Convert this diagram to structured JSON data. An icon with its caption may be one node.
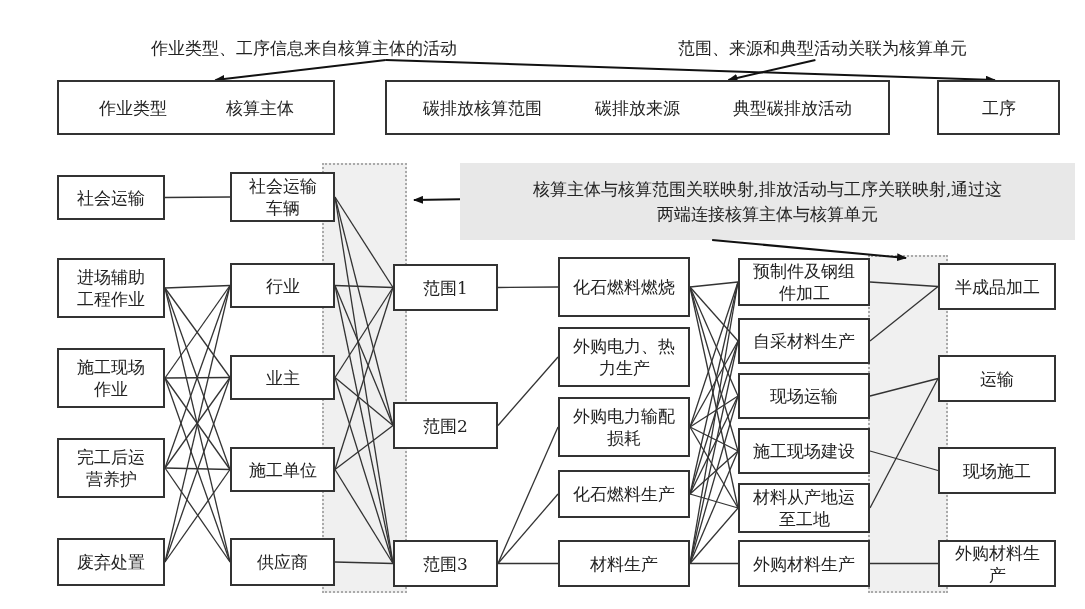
{
  "diagram": {
    "nodes": [
      {
        "text": [
          "作业类型、工序信息来自核算主体的活动"
        ]
      },
      {
        "text": [
          "作业类型",
          "核算主体"
        ]
      },
      {
        "text": [
          "范围、来源和典型活动关联为核算单元"
        ]
      },
      {
        "text": [
          "碳排放核算范围",
          "碳排放来源",
          "典型碳排放活动"
        ]
      },
      {
        "text": [
          "工序"
        ]
      },
      {
        "text": [
          "社会运输"
        ]
      },
      {
        "text": [
          "进场辅助工程作业"
        ]
      },
      {
        "text": [
          "施工现场作业"
        ]
      },
      {
        "text": [
          "完工后运营养护"
        ]
      },
      {
        "text": [
          "废弃处置"
        ]
      },
      {
        "text": [
          "社会运输车辆"
        ]
      },
      {
        "text": [
          "行业"
        ]
      },
      {
        "text": [
          "业主"
        ]
      },
      {
        "text": [
          "施工单位"
        ]
      },
      {
        "text": [
          "供应商"
        ]
      },
      {
        "text": [
          "范围1"
        ]
      },
      {
        "text": [
          "范围2"
        ]
      },
      {
        "text": [
          "范围3"
        ]
      },
      {
        "text": [
          "化石燃料燃烧"
        ]
      },
      {
        "text": [
          "外购电力、热力生产"
        ]
      },
      {
        "text": [
          "外购电力输配损耗"
        ]
      },
      {
        "text": [
          "化石燃料生产"
        ]
      },
      {
        "text": [
          "材料生产"
        ]
      },
      {
        "text": [
          "预制件及钢组件加工"
        ]
      },
      {
        "text": [
          "自采材料生产"
        ]
      },
      {
        "text": [
          "现场运输"
        ]
      },
      {
        "text": [
          "施工现场建设"
        ]
      },
      {
        "text": [
          "材料从产地运至工地"
        ]
      },
      {
        "text": [
          "外购材料生产"
        ]
      },
      {
        "text": [
          "半成品加工"
        ]
      },
      {
        "text": [
          "运输"
        ]
      },
      {
        "text": [
          "现场施工"
        ]
      },
      {
        "text": [
          "外购材料生产"
        ]
      },
      {
        "text": [
          "核算主体与核算范围关联映射,排放活动与工序关联映射,通过这两端连接核算主体与核算单元"
        ]
      }
    ],
    "edges": [
      {
        "from": 0,
        "to": 1,
        "arrow": "to"
      },
      {
        "from": 0,
        "to": 4,
        "arrow": "to"
      },
      {
        "from": 2,
        "to": 3,
        "arrow": "to"
      },
      {
        "from": 33,
        "to": null,
        "arrow": "to"
      },
      {
        "from": 33,
        "to": null,
        "arrow": "to"
      },
      {
        "from": 5,
        "to": 10,
        "arrow": "none"
      },
      {
        "from": 6,
        "to": 11,
        "arrow": "none"
      },
      {
        "from": 6,
        "to": 12,
        "arrow": "none"
      },
      {
        "from": 6,
        "to": 13,
        "arrow": "none"
      },
      {
        "from": 6,
        "to": 14,
        "arrow": "none"
      },
      {
        "from": 7,
        "to": 11,
        "arrow": "none"
      },
      {
        "from": 7,
        "to": 12,
        "arrow": "none"
      },
      {
        "from": 7,
        "to": 13,
        "arrow": "none"
      },
      {
        "from": 7,
        "to": 14,
        "arrow": "none"
      },
      {
        "from": 8,
        "to": 11,
        "arrow": "none"
      },
      {
        "from": 8,
        "to": 12,
        "arrow": "none"
      },
      {
        "from": 8,
        "to": 13,
        "arrow": "none"
      },
      {
        "from": 8,
        "to": 14,
        "arrow": "none"
      },
      {
        "from": 9,
        "to": 11,
        "arrow": "none"
      },
      {
        "from": 9,
        "to": 12,
        "arrow": "none"
      },
      {
        "from": 9,
        "to": 13,
        "arrow": "none"
      },
      {
        "from": 10,
        "to": 15,
        "arrow": "none"
      },
      {
        "from": 10,
        "to": 16,
        "arrow": "none"
      },
      {
        "from": 10,
        "to": 17,
        "arrow": "none"
      },
      {
        "from": 11,
        "to": 15,
        "arrow": "none"
      },
      {
        "from": 11,
        "to": 16,
        "arrow": "none"
      },
      {
        "from": 11,
        "to": 17,
        "arrow": "none"
      },
      {
        "from": 12,
        "to": 15,
        "arrow": "none"
      },
      {
        "from": 12,
        "to": 16,
        "arrow": "none"
      },
      {
        "from": 12,
        "to": 17,
        "arrow": "none"
      },
      {
        "from": 13,
        "to": 15,
        "arrow": "none"
      },
      {
        "from": 13,
        "to": 16,
        "arrow": "none"
      },
      {
        "from": 13,
        "to": 17,
        "arrow": "none"
      },
      {
        "from": 14,
        "to": 17,
        "arrow": "none"
      },
      {
        "from": 15,
        "to": 18,
        "arrow": "none"
      },
      {
        "from": 16,
        "to": 19,
        "arrow": "none"
      },
      {
        "from": 17,
        "to": 20,
        "arrow": "none"
      },
      {
        "from": 17,
        "to": 21,
        "arrow": "none"
      },
      {
        "from": 17,
        "to": 22,
        "arrow": "none"
      },
      {
        "from": 18,
        "to": 23,
        "arrow": "none"
      },
      {
        "from": 18,
        "to": 24,
        "arrow": "none"
      },
      {
        "from": 18,
        "to": 25,
        "arrow": "none"
      },
      {
        "from": 18,
        "to": 26,
        "arrow": "none"
      },
      {
        "from": 18,
        "to": 27,
        "arrow": "none"
      },
      {
        "from": 20,
        "to": 23,
        "arrow": "none"
      },
      {
        "from": 20,
        "to": 24,
        "arrow": "none"
      },
      {
        "from": 20,
        "to": 25,
        "arrow": "none"
      },
      {
        "from": 20,
        "to": 26,
        "arrow": "none"
      },
      {
        "from": 20,
        "to": 27,
        "arrow": "none"
      },
      {
        "from": 21,
        "to": 23,
        "arrow": "none"
      },
      {
        "from": 21,
        "to": 24,
        "arrow": "none"
      },
      {
        "from": 21,
        "to": 25,
        "arrow": "none"
      },
      {
        "from": 21,
        "to": 26,
        "arrow": "none"
      },
      {
        "from": 21,
        "to": 27,
        "arrow": "none"
      },
      {
        "from": 22,
        "to": 23,
        "arrow": "none"
      },
      {
        "from": 22,
        "to": 24,
        "arrow": "none"
      },
      {
        "from": 22,
        "to": 25,
        "arrow": "none"
      },
      {
        "from": 22,
        "to": 26,
        "arrow": "none"
      },
      {
        "from": 22,
        "to": 27,
        "arrow": "none"
      },
      {
        "from": 22,
        "to": 28,
        "arrow": "none"
      },
      {
        "from": 23,
        "to": 29,
        "arrow": "none"
      },
      {
        "from": 24,
        "to": 29,
        "arrow": "none"
      },
      {
        "from": 25,
        "to": 30,
        "arrow": "none"
      },
      {
        "from": 27,
        "to": 30,
        "arrow": "none"
      },
      {
        "from": 26,
        "to": 31,
        "arrow": "none"
      },
      {
        "from": 28,
        "to": 32,
        "arrow": "none"
      }
    ]
  }
}
